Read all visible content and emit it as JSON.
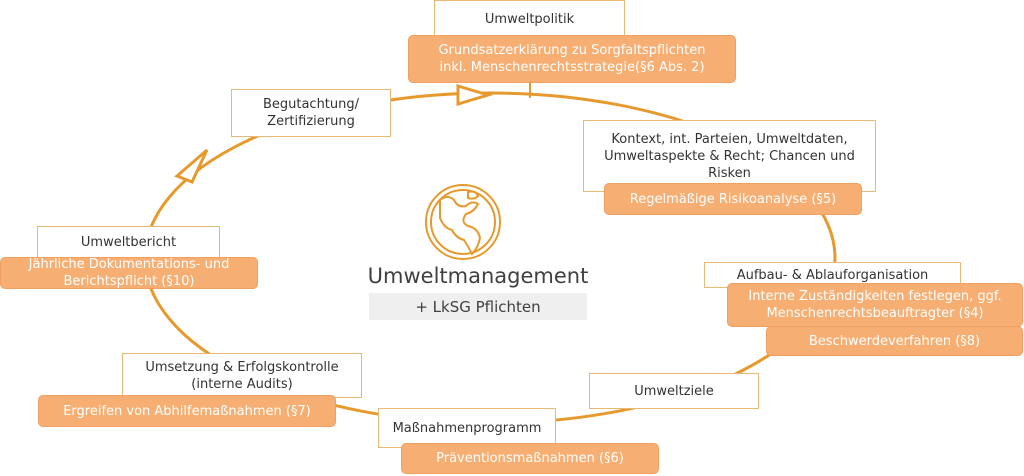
{
  "center": {
    "title": "Umweltmanagement",
    "subtitle": "+ LkSG Pflichten",
    "icon": "globe-icon"
  },
  "colors": {
    "accent": "#f7ae72",
    "line": "#e69a2e",
    "border": "#e8b877"
  },
  "steps": {
    "umweltpolitik": {
      "label": "Umweltpolitik",
      "lksg": "Grundsatzerklärung zu Sorgfaltspflichten inkl. Menschenrechtsstrategie(§6 Abs. 2)"
    },
    "kontext": {
      "label": "Kontext, int. Parteien, Umweltdaten, Umweltaspekte & Recht; Chancen und Risken",
      "lksg": "Regelmäßige Risikoanalyse (§5)"
    },
    "aufbau": {
      "label": "Aufbau- & Ablauforganisation",
      "lksg": "Interne Zuständigkeiten festlegen, ggf. Menschenrechtsbeauftragter (§4)",
      "lksg2": "Beschwerdeverfahren (§8)"
    },
    "ziele": {
      "label": "Umweltziele"
    },
    "programm": {
      "label": "Maßnahmenprogramm",
      "lksg": "Präventionsmaßnahmen (§6)"
    },
    "umsetzung": {
      "label": "Umsetzung & Erfolgskontrolle (interne Audits)",
      "lksg": "Ergreifen von Abhilfemaßnahmen (§7)"
    },
    "bericht": {
      "label": "Umweltbericht",
      "lksg": "Jährliche Dokumentations- und Berichtspflicht (§10)"
    },
    "begutachtung": {
      "label": "Begutachtung/ Zertifizierung"
    }
  }
}
